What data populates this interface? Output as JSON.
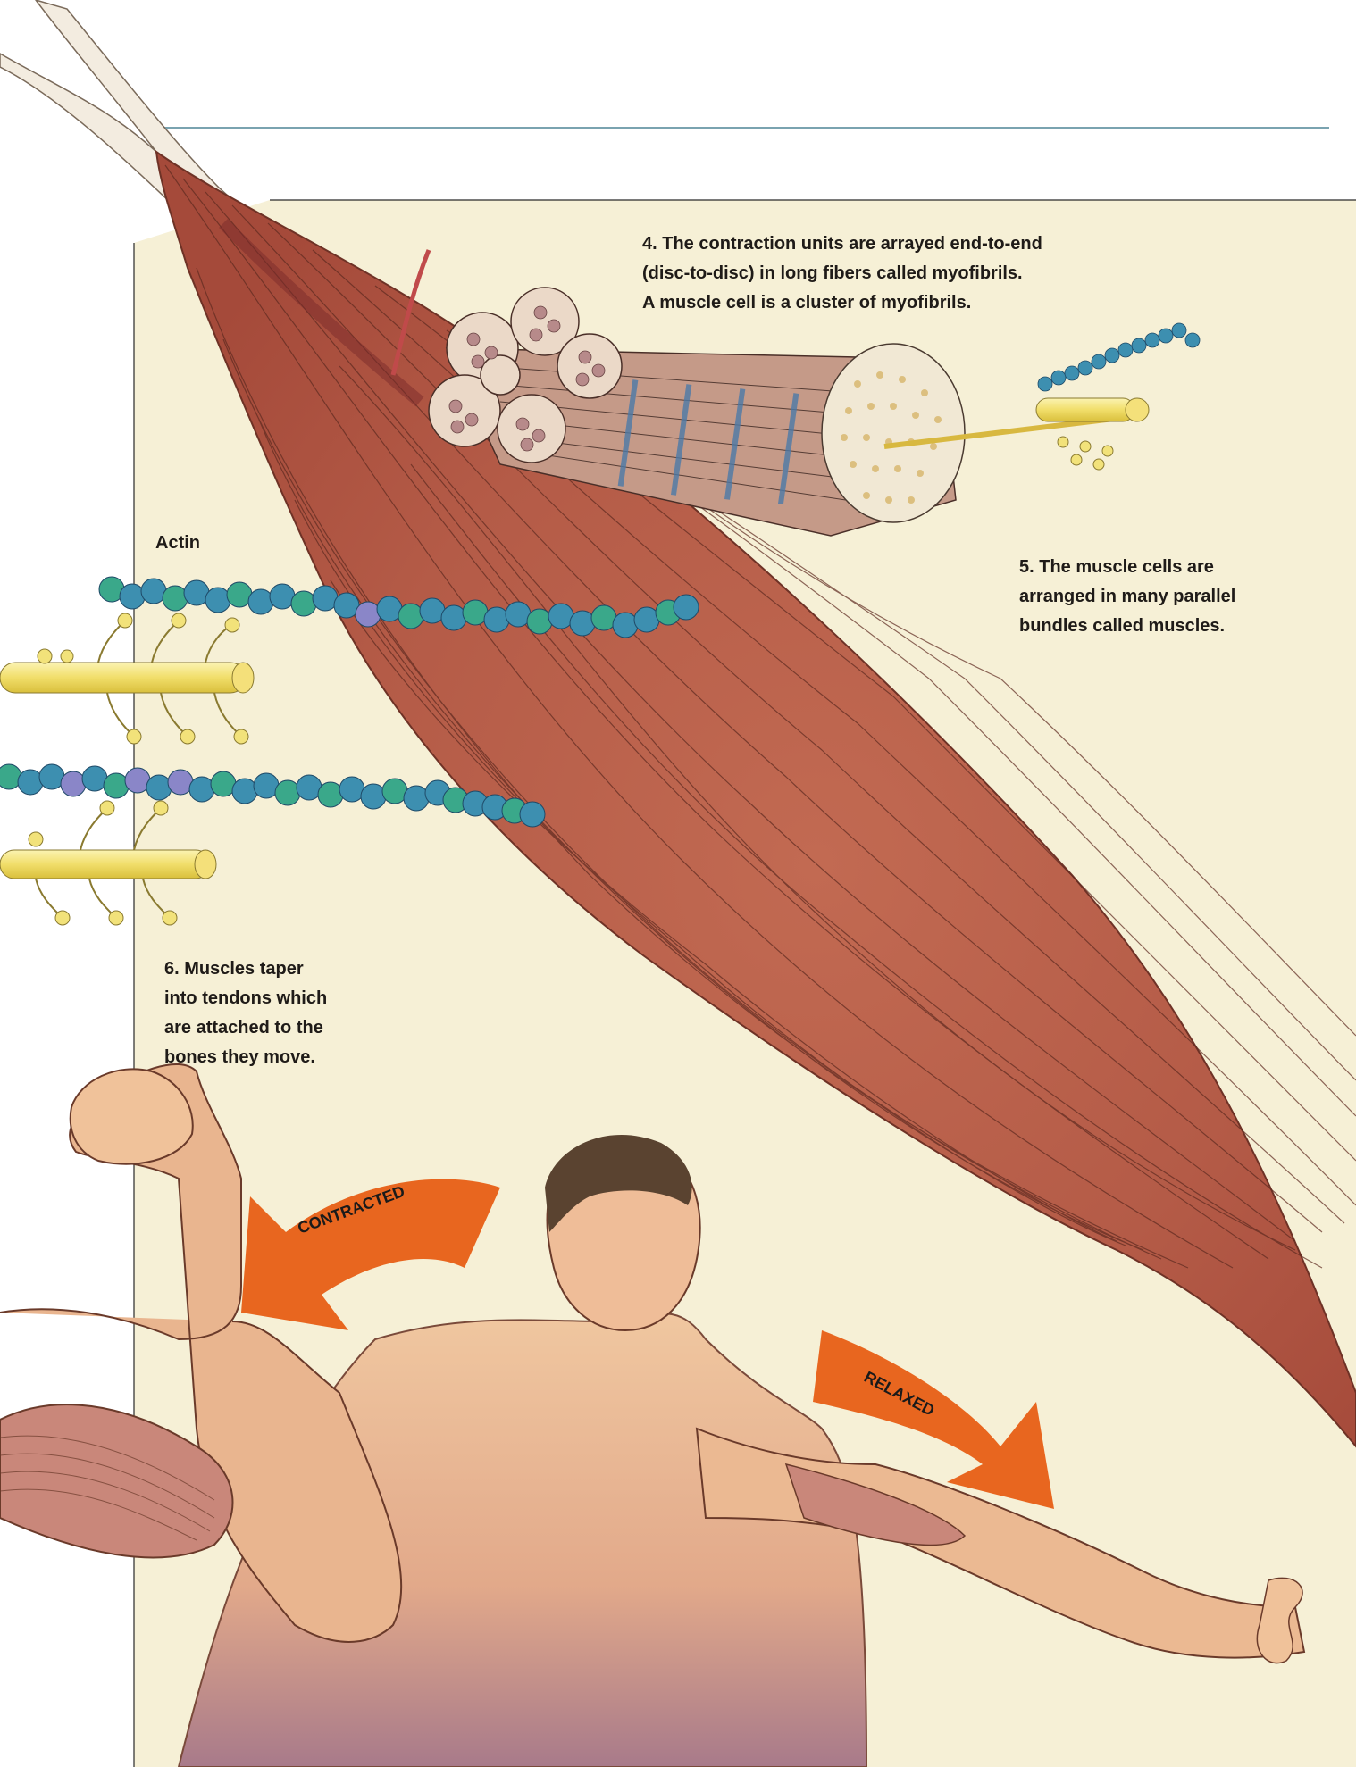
{
  "labels": {
    "actin": "Actin",
    "step4": [
      "4. The contraction units are arrayed end-to-end",
      "(disc-to-disc) in long fibers called myofibrils.",
      "A muscle cell is a cluster of myofibrils."
    ],
    "step5": [
      "5. The muscle cells are",
      "arranged in many parallel",
      "bundles called muscles."
    ],
    "step6": [
      "6. Muscles taper",
      "into tendons which",
      "are attached to the",
      "bones they move."
    ],
    "contracted": "CONTRACTED",
    "relaxed": "RELAXED"
  },
  "colors": {
    "panel_background": "#f6f0d6",
    "header_rule": "#7aa3b0",
    "muscle": "#b85d49",
    "muscle_fiber_lines": "#5e2a20",
    "arrow": "#e8661f",
    "actin_blue": "#3d8fb0",
    "actin_green": "#3aa88a",
    "actin_purple": "#8a86c8",
    "myosin_yellow": "#f2e27a",
    "skin": "#e8b894",
    "hair": "#5a4330"
  }
}
